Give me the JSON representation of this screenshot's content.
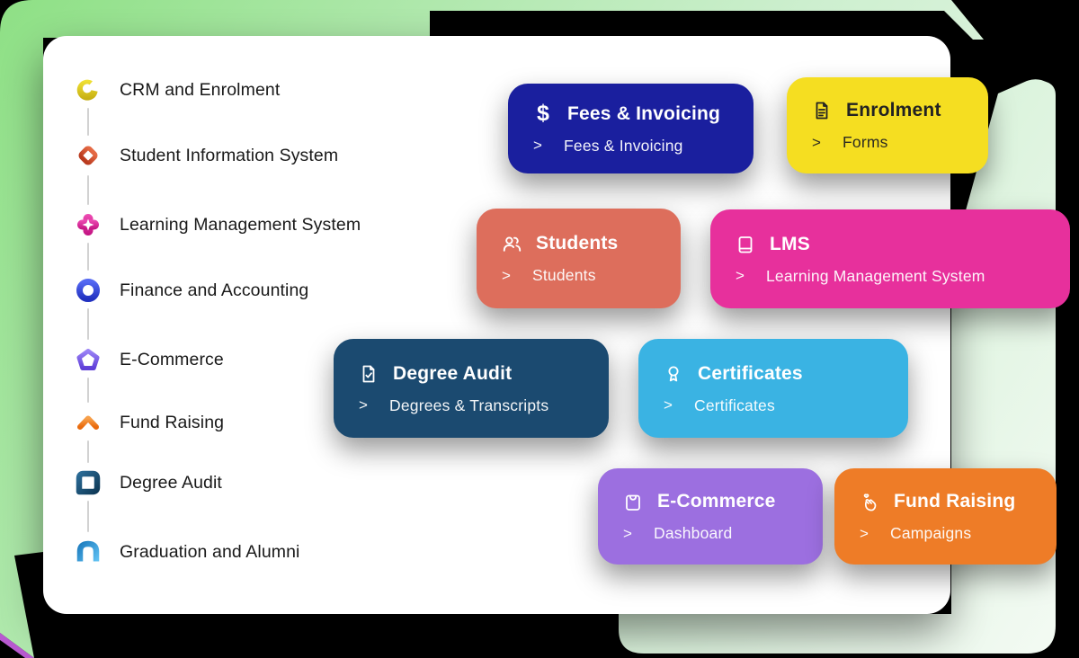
{
  "background": {
    "canvas_color": "#000000",
    "green_gradient_from": "#8ee085",
    "green_gradient_to": "#f3faf3",
    "accent_sliver_color": "#b85ad0",
    "panel_color": "#ffffff"
  },
  "ui": {
    "chevron": ">"
  },
  "sidebar": {
    "items": [
      {
        "label": "CRM and Enrolment",
        "icon": "crm-pacman-icon",
        "icon_color": "#e3cf1f"
      },
      {
        "label": "Student Information System",
        "icon": "diamond-icon",
        "icon_color": "#d4472e"
      },
      {
        "label": "Learning Management System",
        "icon": "cross-star-icon",
        "icon_color": "#e0289a"
      },
      {
        "label": "Finance and Accounting",
        "icon": "ring-icon",
        "icon_color": "#3347d6"
      },
      {
        "label": "E-Commerce",
        "icon": "pentagon-icon",
        "icon_color": "#7b5cf0"
      },
      {
        "label": "Fund Raising",
        "icon": "chevron-up-icon",
        "icon_color": "#f08030"
      },
      {
        "label": "Degree Audit",
        "icon": "drop-square-icon",
        "icon_color": "#1b4a70"
      },
      {
        "label": "Graduation and Alumni",
        "icon": "arch-icon",
        "icon_color": "#3b9fe0"
      }
    ]
  },
  "cards": [
    {
      "title": "Fees & Invoicing",
      "subtitle": "Fees & Invoicing",
      "icon": "dollar-icon",
      "color": "#1a1f9e",
      "text_color": "#ffffff"
    },
    {
      "title": "Enrolment",
      "subtitle": "Forms",
      "icon": "document-icon",
      "color": "#f5de21",
      "text_color": "#222222"
    },
    {
      "title": "Students",
      "subtitle": "Students",
      "icon": "people-icon",
      "color": "#dd6e5c",
      "text_color": "#ffffff"
    },
    {
      "title": "LMS",
      "subtitle": "Learning Management System",
      "icon": "book-icon",
      "color": "#e7309c",
      "text_color": "#ffffff"
    },
    {
      "title": "Degree Audit",
      "subtitle": "Degrees & Transcripts",
      "icon": "doc-check-icon",
      "color": "#1b4a70",
      "text_color": "#ffffff"
    },
    {
      "title": "Certificates",
      "subtitle": "Certificates",
      "icon": "medal-icon",
      "color": "#3ab3e3",
      "text_color": "#ffffff"
    },
    {
      "title": "E-Commerce",
      "subtitle": "Dashboard",
      "icon": "bag-icon",
      "color": "#9c6fe0",
      "text_color": "#ffffff"
    },
    {
      "title": "Fund Raising",
      "subtitle": "Campaigns",
      "icon": "hand-heart-icon",
      "color": "#ee7c27",
      "text_color": "#ffffff"
    }
  ]
}
